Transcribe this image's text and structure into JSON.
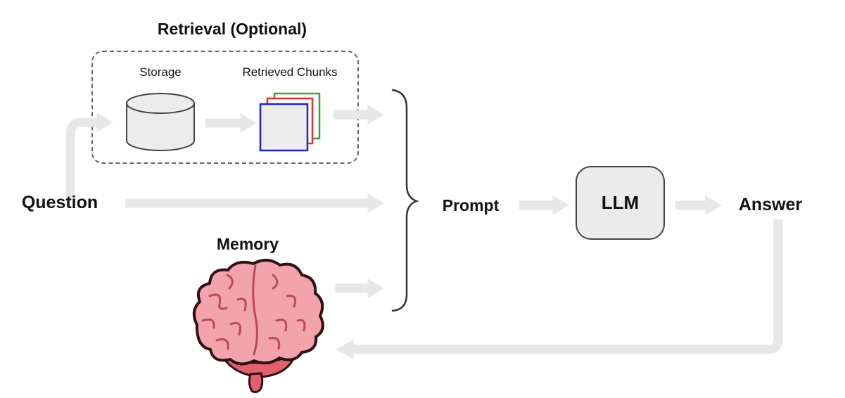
{
  "diagram": {
    "retrieval": {
      "title": "Retrieval (Optional)",
      "storage_label": "Storage",
      "chunks_label": "Retrieved Chunks"
    },
    "labels": {
      "question": "Question",
      "memory": "Memory",
      "prompt": "Prompt",
      "llm": "LLM",
      "answer": "Answer"
    },
    "icons": {
      "storage": "database-cylinder",
      "retrieved_chunks": "stacked-colored-pages",
      "memory": "brain-illustration",
      "gather": "curly-brace"
    },
    "colors": {
      "arrow": "#e7e7e7",
      "node_fill": "#ececec",
      "node_border": "#444444",
      "dashed_border": "#666666",
      "brace": "#333333",
      "chunk_front_border": "#2121cf",
      "chunk_mid_border": "#e03131",
      "chunk_back_border": "#3f9e3f",
      "brain_pink": "#f2a3ac",
      "brain_dark_pink": "#e4606d",
      "brain_fold": "#b94a56",
      "brain_outline": "#2e1114",
      "text": "#111111"
    }
  }
}
